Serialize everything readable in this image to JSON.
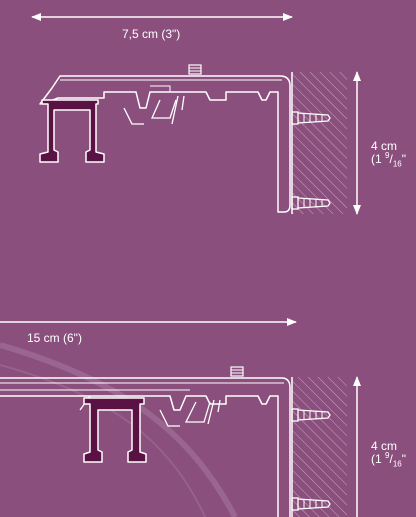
{
  "diagram_top": {
    "width_label": "7,5 cm (3\")",
    "height_label": "4 cm",
    "height_frac": {
      "prefix": "(1 ",
      "numerator": "9",
      "slash": "/",
      "denominator": "16",
      "suffix": "\""
    }
  },
  "diagram_bottom": {
    "width_label": "15 cm (6\")",
    "height_label": "4 cm",
    "height_frac": {
      "prefix": "(1 ",
      "numerator": "9",
      "slash": "/",
      "denominator": "16",
      "suffix": "\""
    }
  },
  "colors": {
    "background": "#8a4f7d",
    "line": "#ffffff",
    "glider": "#5a1245",
    "hatch": "#c9a6c0"
  }
}
